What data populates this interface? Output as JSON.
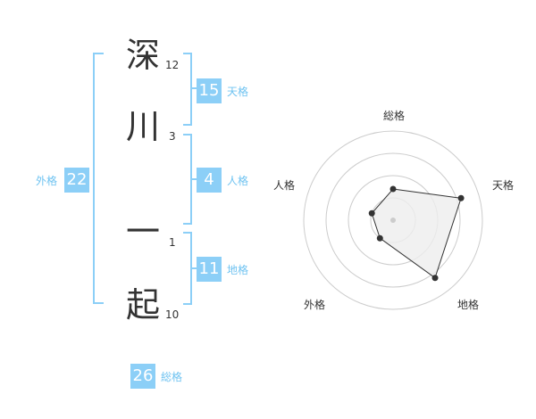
{
  "name": {
    "chars": [
      {
        "char": "深",
        "strokes": "12"
      },
      {
        "char": "川",
        "strokes": "3"
      },
      {
        "char": "一",
        "strokes": "1"
      },
      {
        "char": "起",
        "strokes": "10"
      }
    ]
  },
  "kaku": {
    "tenkaku": {
      "value": "15",
      "label": "天格"
    },
    "jinkaku": {
      "value": "4",
      "label": "人格"
    },
    "chikaku": {
      "value": "11",
      "label": "地格"
    },
    "gaikaku": {
      "value": "22",
      "label": "外格"
    },
    "soukaku": {
      "value": "26",
      "label": "総格"
    }
  },
  "colors": {
    "accent": "#8ccff7",
    "label": "#6fc3f1",
    "text": "#333333"
  },
  "chart_data": {
    "type": "radar",
    "axes": [
      "総格",
      "天格",
      "地格",
      "外格",
      "人格"
    ],
    "values": [
      0.35,
      0.8,
      0.8,
      0.25,
      0.25
    ],
    "range": [
      0,
      1
    ],
    "rings": 4,
    "fill_color": "#eeeeee",
    "line_color": "#333333"
  }
}
